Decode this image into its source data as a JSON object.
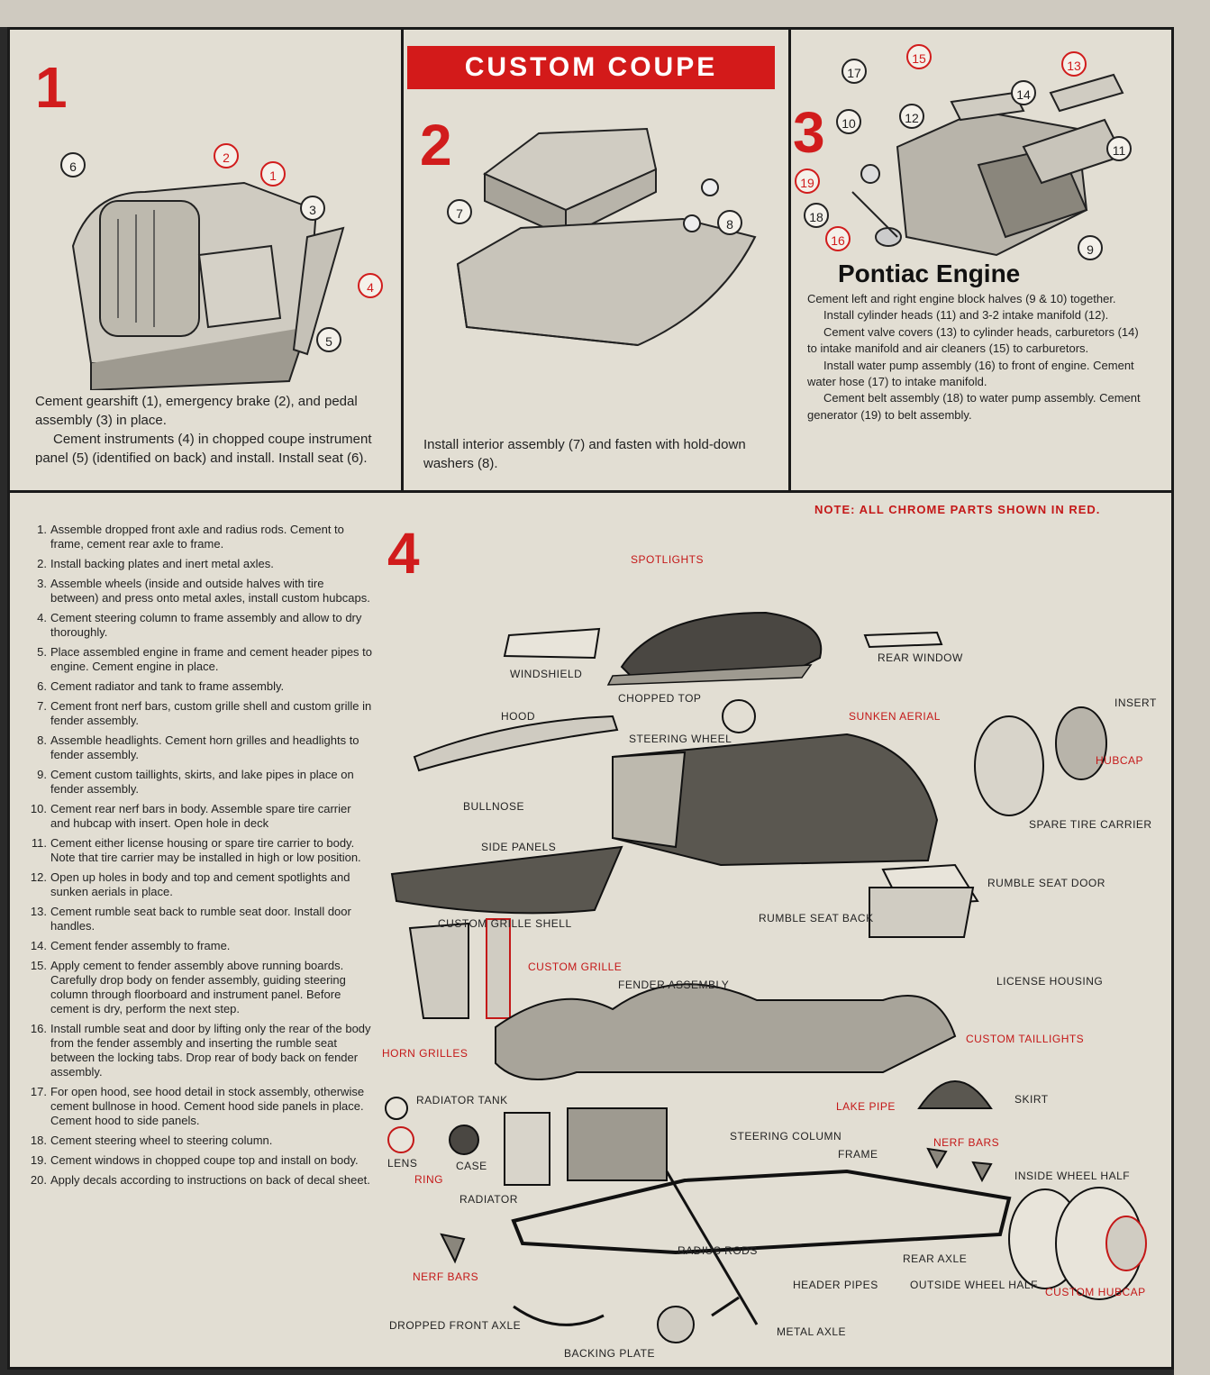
{
  "banner": "CUSTOM COUPE",
  "panel1": {
    "number": "1",
    "callouts": [
      "6",
      "2",
      "1",
      "3",
      "4",
      "5"
    ],
    "text": [
      "Cement gearshift (1), emergency brake (2), and pedal assembly (3) in place.",
      "Cement instruments (4) in chopped coupe instrument panel (5) (identified on back) and install. Install seat (6)."
    ]
  },
  "panel2": {
    "number": "2",
    "callouts": [
      "7",
      "8"
    ],
    "text": "Install interior assembly (7) and fasten with hold-down washers (8)."
  },
  "panel3": {
    "number": "3",
    "title": "Pontiac Engine",
    "callouts": [
      "17",
      "15",
      "13",
      "14",
      "12",
      "10",
      "11",
      "19",
      "18",
      "16",
      "9"
    ],
    "text": [
      "Cement left and right engine block halves (9 & 10) together.",
      "Install cylinder heads (11) and 3-2 intake manifold (12).",
      "Cement valve covers (13) to cylinder heads, carburetors (14) to intake manifold and air cleaners (15) to carburetors.",
      "Install water pump assembly (16) to front of engine. Cement water hose (17) to intake manifold.",
      "Cement belt assembly (18) to water pump assembly. Cement generator (19) to belt assembly."
    ]
  },
  "panel4": {
    "number": "4",
    "note": "NOTE: ALL CHROME PARTS SHOWN IN RED.",
    "steps": [
      {
        "n": "1.",
        "t": "Assemble dropped front axle and radius rods. Cement to frame, cement rear axle to frame."
      },
      {
        "n": "2.",
        "t": "Install backing plates and inert metal axles."
      },
      {
        "n": "3.",
        "t": "Assemble wheels (inside and outside halves with tire between) and press onto metal axles, install custom hubcaps."
      },
      {
        "n": "4.",
        "t": "Cement steering column to frame assembly and allow to dry thoroughly."
      },
      {
        "n": "5.",
        "t": "Place assembled engine in frame and cement header pipes to engine. Cement engine in place."
      },
      {
        "n": "6.",
        "t": "Cement radiator and tank to frame assembly."
      },
      {
        "n": "7.",
        "t": "Cement front nerf bars, custom grille shell and custom grille in fender assembly."
      },
      {
        "n": "8.",
        "t": "Assemble headlights. Cement horn grilles and headlights to fender assembly."
      },
      {
        "n": "9.",
        "t": "Cement custom taillights, skirts, and lake pipes in place on fender assembly."
      },
      {
        "n": "10.",
        "t": "Cement rear nerf bars in body. Assemble spare tire carrier and hubcap with insert. Open hole in deck"
      },
      {
        "n": "11.",
        "t": "Cement either license housing or spare tire carrier to body. Note that tire carrier may be installed in high or low position."
      },
      {
        "n": "12.",
        "t": "Open up holes in body and top and cement spotlights and sunken aerials in place."
      },
      {
        "n": "13.",
        "t": "Cement rumble seat back to rumble seat door. Install door handles."
      },
      {
        "n": "14.",
        "t": "Cement fender assembly to frame."
      },
      {
        "n": "15.",
        "t": "Apply cement to fender assembly above running boards. Carefully drop body on fender assembly, guiding steering column through floorboard and instrument panel. Before cement is dry, perform the next step."
      },
      {
        "n": "16.",
        "t": "Install rumble seat and door by lifting only the rear of the body from the fender assembly and inserting the rumble seat between the locking tabs. Drop rear of body back on fender assembly."
      },
      {
        "n": "17.",
        "t": "For open hood, see hood detail in stock assembly, otherwise cement bullnose in hood. Cement hood side panels in place. Cement hood to side panels."
      },
      {
        "n": "18.",
        "t": "Cement steering wheel to steering column."
      },
      {
        "n": "19.",
        "t": "Cement windows in chopped coupe top and install on body."
      },
      {
        "n": "20.",
        "t": "Apply decals according to instructions on back of decal sheet."
      }
    ],
    "labels": {
      "spotlights": "SPOTLIGHTS",
      "windshield": "WINDSHIELD",
      "chopped_top": "CHOPPED TOP",
      "rear_window": "REAR WINDOW",
      "hood": "HOOD",
      "steering_wheel": "STEERING WHEEL",
      "sunken_aerial": "SUNKEN AERIAL",
      "insert": "INSERT",
      "hubcap": "HUBCAP",
      "bullnose": "BULLNOSE",
      "spare_tire_carrier": "SPARE TIRE CARRIER",
      "side_panels": "SIDE PANELS",
      "rumble_seat_door": "RUMBLE SEAT DOOR",
      "custom_grille_shell": "CUSTOM GRILLE SHELL",
      "rumble_seat_back": "RUMBLE SEAT BACK",
      "custom_grille": "CUSTOM GRILLE",
      "fender_assembly": "FENDER ASSEMBLY",
      "license_housing": "LICENSE HOUSING",
      "horn_grilles": "HORN GRILLES",
      "custom_taillights": "CUSTOM TAILLIGHTS",
      "radiator_tank": "RADIATOR TANK",
      "skirt": "SKIRT",
      "lake_pipe": "LAKE PIPE",
      "steering_column": "STEERING COLUMN",
      "lens": "LENS",
      "case": "CASE",
      "ring": "RING",
      "frame": "FRAME",
      "nerf_bars_right": "NERF BARS",
      "radiator": "RADIATOR",
      "inside_wheel_half": "INSIDE WHEEL HALF",
      "radius_rods": "RADIUS RODS",
      "rear_axle": "REAR AXLE",
      "nerf_bars_left": "NERF BARS",
      "header_pipes": "HEADER PIPES",
      "outside_wheel_half": "OUTSIDE WHEEL HALF",
      "custom_hubcap": "CUSTOM HUBCAP",
      "dropped_front_axle": "DROPPED FRONT AXLE",
      "metal_axle": "METAL AXLE",
      "backing_plate": "BACKING PLATE"
    }
  },
  "colors": {
    "accent_red": "#d11c1c",
    "paper": "#e2ded3",
    "ink": "#1a1a1a"
  }
}
